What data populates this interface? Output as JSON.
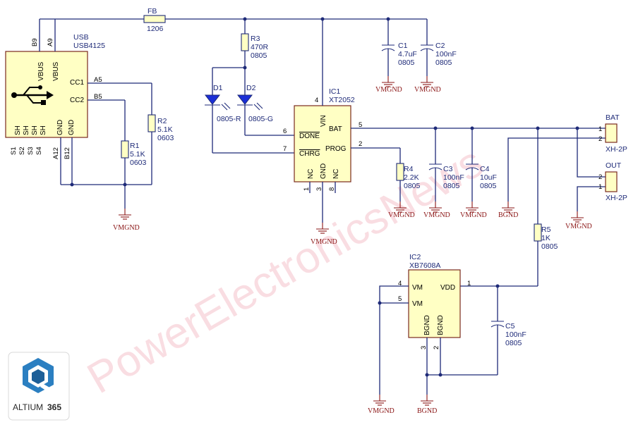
{
  "watermark": "PowerElectronicsNews",
  "logo": {
    "text": "ALTIUM",
    "badge": "365"
  },
  "usb": {
    "ref": "USB",
    "part": "USB4125",
    "pins": [
      "B9",
      "A9",
      "A5",
      "B5",
      "A12",
      "B12",
      "S1",
      "S2",
      "S3",
      "S4"
    ],
    "labels": [
      "VBUS",
      "VBUS",
      "CC1",
      "CC2",
      "SH",
      "SH",
      "SH",
      "SH",
      "GND",
      "GND"
    ]
  },
  "fb": {
    "ref": "FB",
    "value": "1206"
  },
  "r1": {
    "ref": "R1",
    "value": "5.1K",
    "pkg": "0603"
  },
  "r2": {
    "ref": "R2",
    "value": "5.1K",
    "pkg": "0603"
  },
  "r3": {
    "ref": "R3",
    "value": "470R",
    "pkg": "0805"
  },
  "r4": {
    "ref": "R4",
    "value": "2.2K",
    "pkg": "0805"
  },
  "r5": {
    "ref": "R5",
    "value": "1K",
    "pkg": "0805"
  },
  "d1": {
    "ref": "D1",
    "pkg": "0805-R"
  },
  "d2": {
    "ref": "D2",
    "pkg": "0805-G"
  },
  "c1": {
    "ref": "C1",
    "value": "4.7uF",
    "pkg": "0805"
  },
  "c2": {
    "ref": "C2",
    "value": "100nF",
    "pkg": "0805"
  },
  "c3": {
    "ref": "C3",
    "value": "100nF",
    "pkg": "0805"
  },
  "c4": {
    "ref": "C4",
    "value": "10uF",
    "pkg": "0805"
  },
  "c5": {
    "ref": "C5",
    "value": "100nF",
    "pkg": "0805"
  },
  "ic1": {
    "ref": "IC1",
    "part": "XT2052",
    "pin_labels": [
      "VIN",
      "BAT",
      "PROG",
      "DONE",
      "CHRG",
      "NC",
      "GND",
      "NC"
    ],
    "pin_numbers": [
      "4",
      "5",
      "2",
      "6",
      "7",
      "1",
      "3",
      "8"
    ]
  },
  "ic2": {
    "ref": "IC2",
    "part": "XB7608A",
    "pin_labels": [
      "VM",
      "VM",
      "VDD",
      "BGND",
      "BGND"
    ],
    "pin_numbers": [
      "4",
      "5",
      "1",
      "3",
      "2"
    ]
  },
  "bat": {
    "ref": "BAT",
    "part": "XH-2P",
    "pins": [
      "1",
      "2"
    ]
  },
  "out": {
    "ref": "OUT",
    "part": "XH-2P",
    "pins": [
      "2",
      "1"
    ]
  },
  "nets": {
    "vmgnd": "VMGND",
    "bgnd": "BGND"
  }
}
